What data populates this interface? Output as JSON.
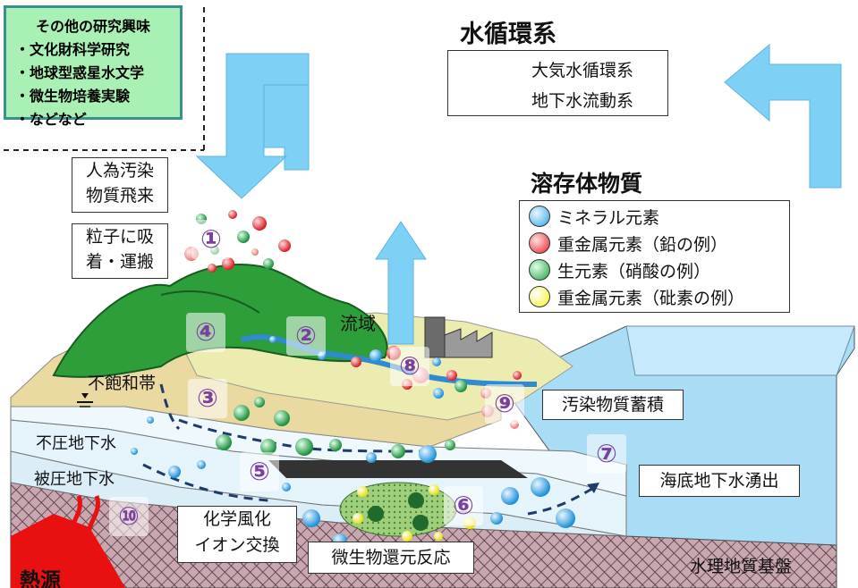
{
  "title": "水循環系",
  "flow_legend": {
    "atmospheric": "大気水循環系",
    "groundwater": "地下水流動系"
  },
  "solutes": {
    "title": "溶存体物質",
    "items": [
      {
        "label": "ミネラル元素",
        "color": "#2fa4e7"
      },
      {
        "label": "重金属元素（鉛の例）",
        "color": "#e8202a"
      },
      {
        "label": "生元素（硝酸の例）",
        "color": "#22a046"
      },
      {
        "label": "重金属元素（砒素の例）",
        "color": "#f5f020"
      }
    ]
  },
  "other_interests": {
    "title": "その他の研究興味",
    "items": [
      "文化財科学研究",
      "地球型惑星水文学",
      "微生物培養実験",
      "などなど"
    ]
  },
  "labels": {
    "pollutant_fallout": "人為汚染\n物質飛来",
    "particle_adsorption": "粒子に吸\n着・運搬",
    "watershed": "流域",
    "vadose_zone": "不飽和帯",
    "unconfined_gw": "不圧地下水",
    "confined_gw": "被圧地下水",
    "pollutant_accumulation": "汚染物質蓄積",
    "submarine_discharge": "海底地下水湧出",
    "chemical_weathering": "化学風化\nイオン交換",
    "microbial_reduction": "微生物還元反応",
    "hydrogeologic_basement": "水理地質基盤",
    "heat_source": "熱源"
  },
  "numbers": [
    "①",
    "②",
    "③",
    "④",
    "⑤",
    "⑥",
    "⑦",
    "⑧",
    "⑨",
    "⑩"
  ],
  "colors": {
    "arrow": "#7fd0f5",
    "sea": "#a9dcf5",
    "mountain": "#2e9e3a",
    "plain": "#e9e8a6",
    "basement": "#c19aa6",
    "heat": "#e81010",
    "number": "#7b3fa0"
  }
}
